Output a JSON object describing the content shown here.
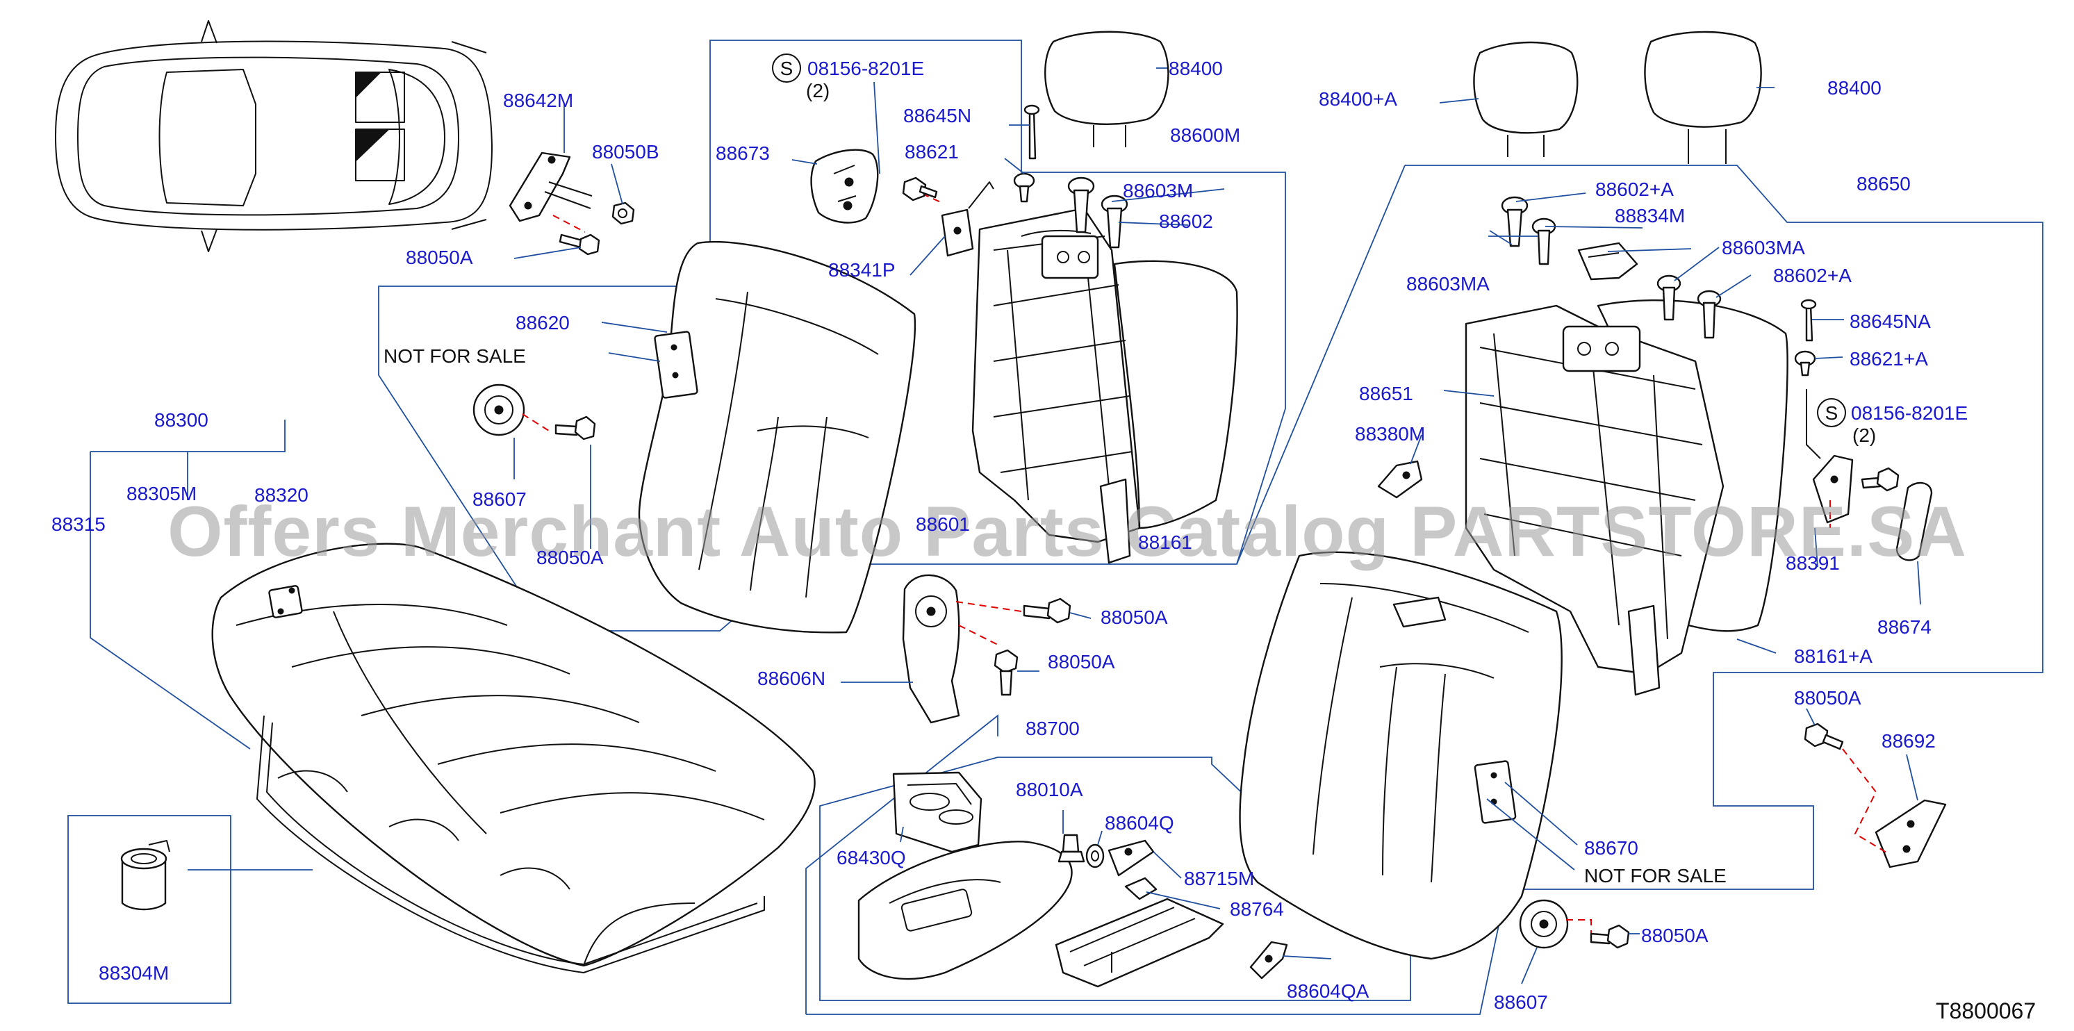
{
  "diagram_code": "T8800067",
  "watermark": "Offers Merchant Auto Parts Catalog PARTSTORE.SA",
  "notes": {
    "left": "NOT   FOR   SALE",
    "right": "NOT   FOR   SALE",
    "qty_left": "(2)",
    "qty_right": "(2)",
    "s_mark": "S"
  },
  "parts": {
    "p88642M": "88642M",
    "p88050B": "88050B",
    "p88050A_tl": "88050A",
    "p08156_l": "08156-8201E",
    "p88645N": "88645N",
    "p88621": "88621",
    "p88673": "88673",
    "p88400_l": "88400",
    "p88600M": "88600M",
    "p88603M": "88603M",
    "p88602": "88602",
    "p88341P": "88341P",
    "p88620": "88620",
    "p88607_l": "88607",
    "p88050A_ml": "88050A",
    "p88300": "88300",
    "p88305M": "88305M",
    "p88320": "88320",
    "p88315": "88315",
    "p88601": "88601",
    "p88161": "88161",
    "p88050A_c1": "88050A",
    "p88050A_c2": "88050A",
    "p88606N": "88606N",
    "p88700": "88700",
    "p88010A": "88010A",
    "p88604Q": "88604Q",
    "p68430Q": "68430Q",
    "p88715M": "88715M",
    "p88764": "88764",
    "p88604QA": "88604QA",
    "p88304M": "88304M",
    "p88400A": "88400+A",
    "p88400_r": "88400",
    "p88650": "88650",
    "p88602A_1": "88602+A",
    "p88834M": "88834M",
    "p88603MA_1": "88603MA",
    "p88603MA_2": "88603MA",
    "p88602A_2": "88602+A",
    "p88645NA": "88645NA",
    "p88621A": "88621+A",
    "p88651": "88651",
    "p08156_r": "08156-8201E",
    "p88380M": "88380M",
    "p88391": "88391",
    "p88674": "88674",
    "p88161A": "88161+A",
    "p88050A_r1": "88050A",
    "p88692": "88692",
    "p88670": "88670",
    "p88050A_r2": "88050A",
    "p88607_r": "88607"
  }
}
